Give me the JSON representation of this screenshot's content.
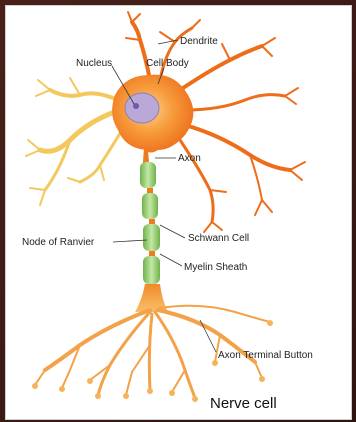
{
  "labels": {
    "dendrite": "Dendrite",
    "nucleus": "Nucleus",
    "cell_body": "Cell Body",
    "axon": "Axon",
    "schwann_cell": "Schwann Cell",
    "node_of_ranvier": "Node of Ranvier",
    "myelin_sheath": "Myelin Sheath",
    "axon_terminal_button": "Axon Terminal Button"
  },
  "title": "Nerve cell",
  "colors": {
    "cell_orange": "#f07a1e",
    "dendrite_yellow": "#f3c85c",
    "myelin_green": "#9fd27f",
    "nucleus_purple": "#b9a8d8",
    "frame": "#3b1c17"
  }
}
